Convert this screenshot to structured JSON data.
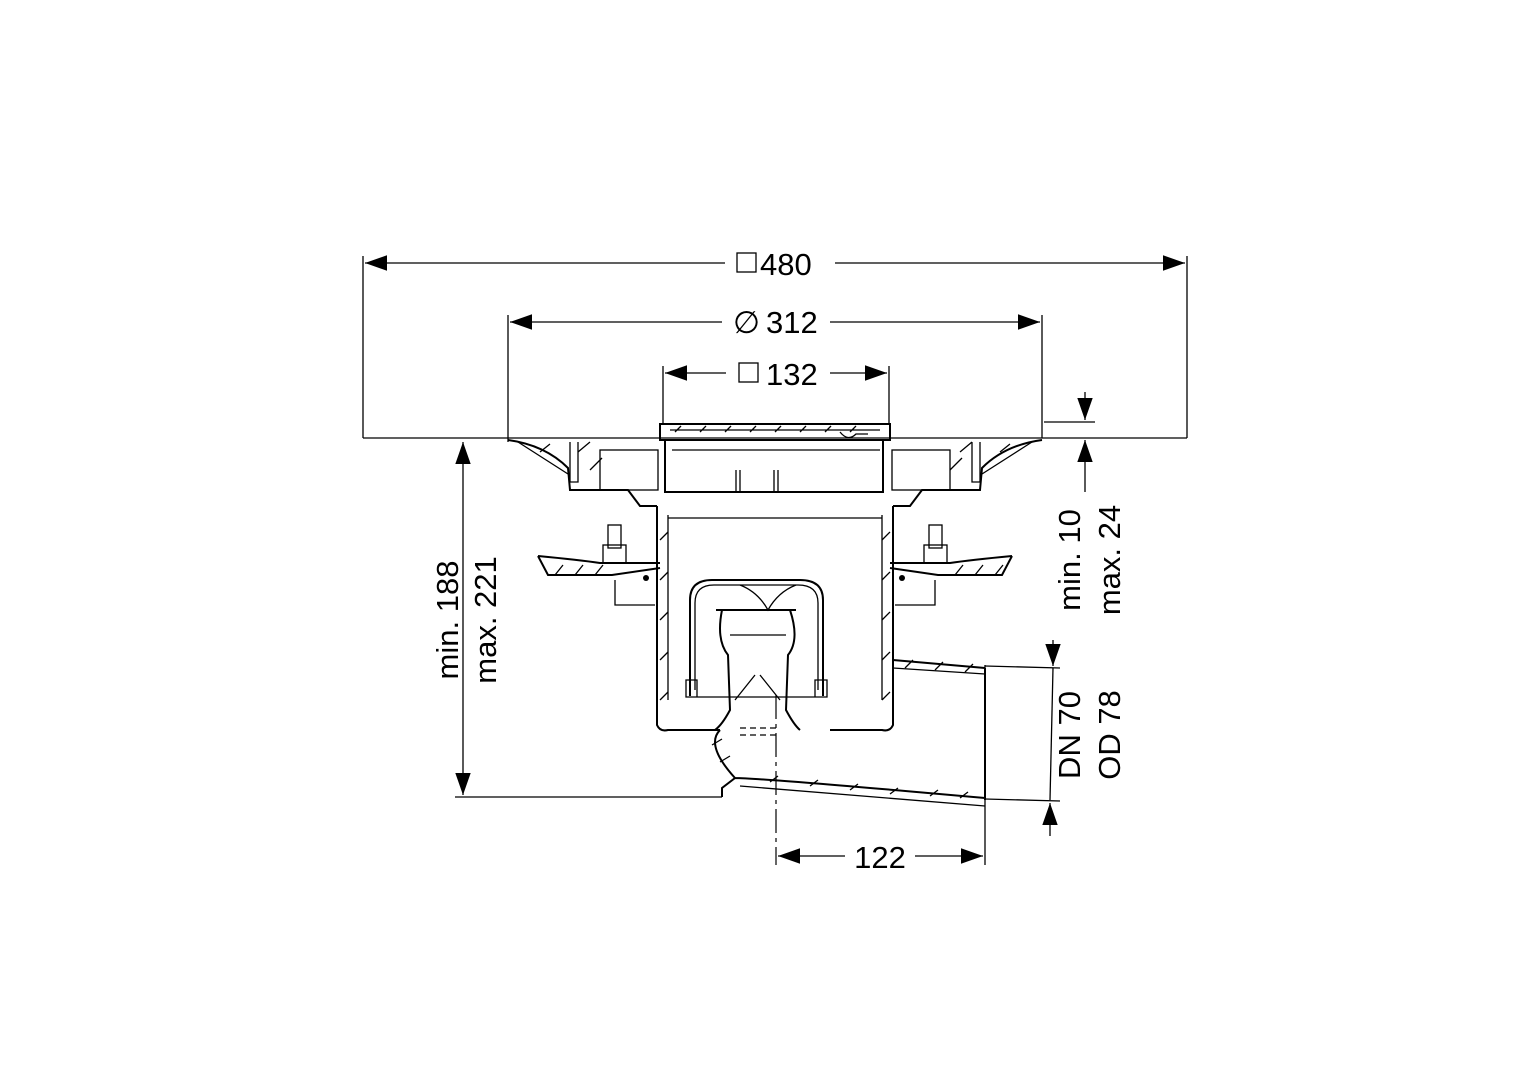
{
  "dimensions": {
    "outer_square": {
      "symbol": "□",
      "value": "480"
    },
    "flange_diameter": {
      "symbol": "∅",
      "value": "312"
    },
    "grate_square": {
      "symbol": "□",
      "value": "132"
    },
    "height_min": "min. 188",
    "height_max": "max. 221",
    "top_adjust_min": "min. 10",
    "top_adjust_max": "max. 24",
    "outlet_dn": "DN 70",
    "outlet_od": "OD 78",
    "outlet_offset": "122"
  },
  "colors": {
    "line": "#000000",
    "background": "#ffffff"
  }
}
